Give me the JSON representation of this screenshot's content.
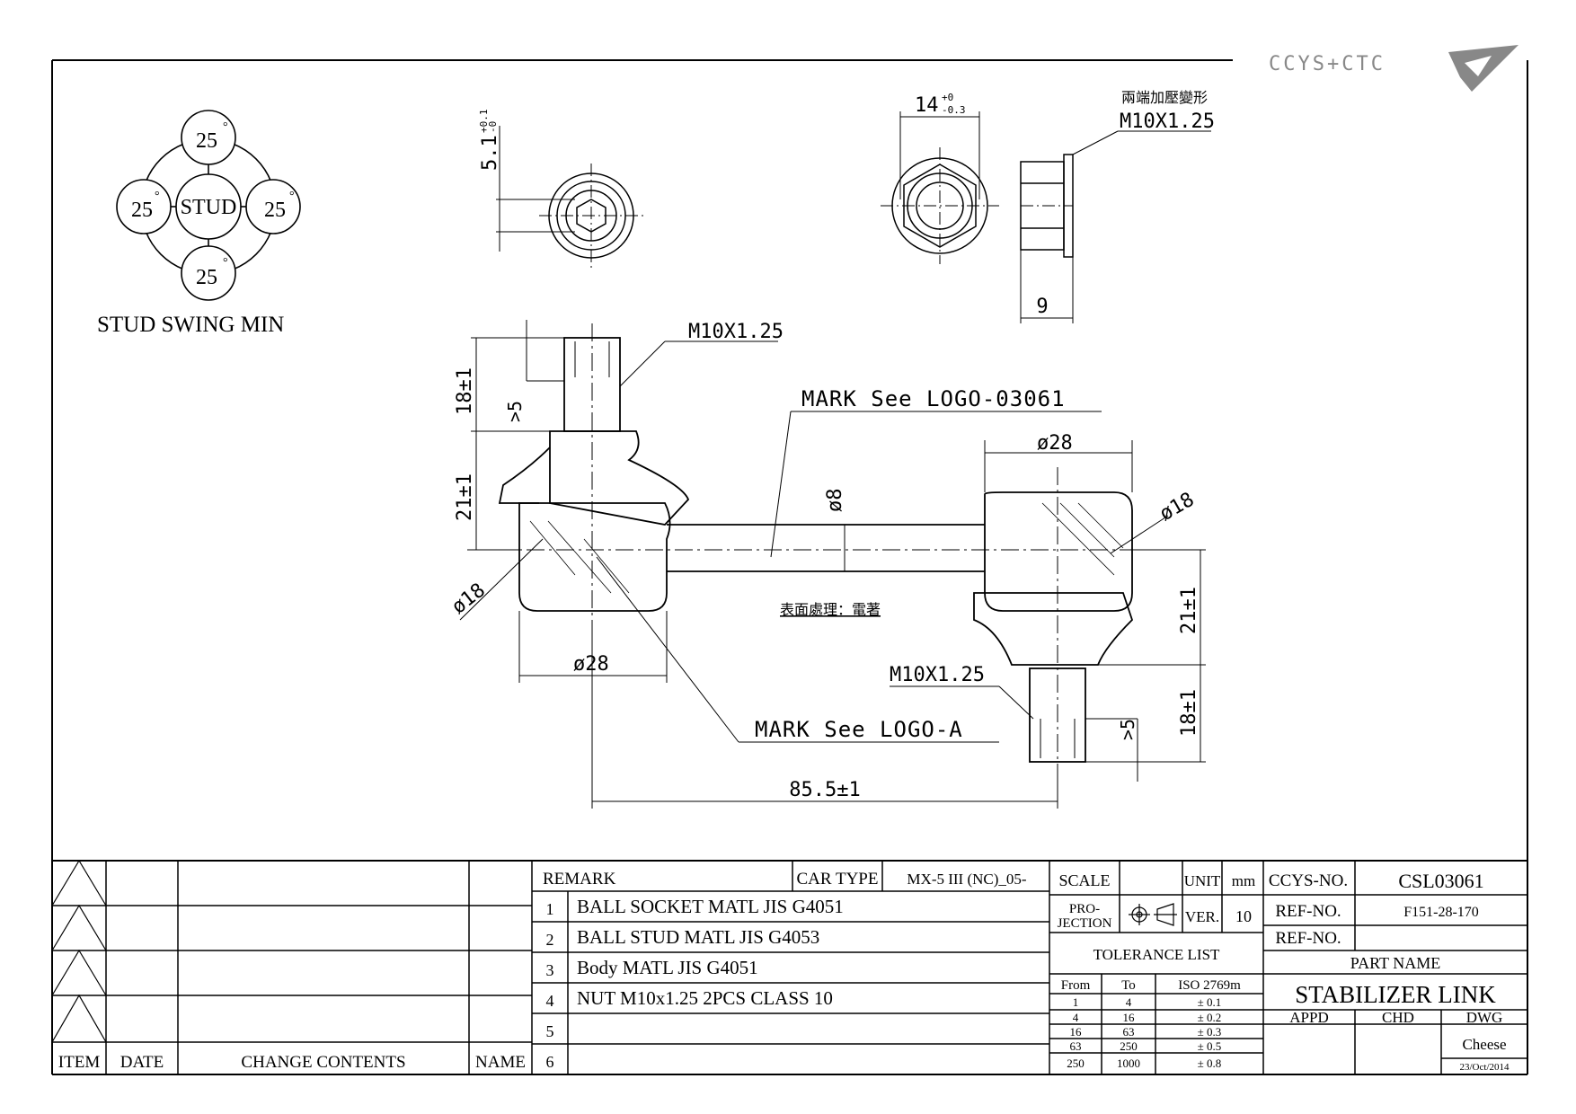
{
  "logo": {
    "text": "CCYS+CTC"
  },
  "stud_swing": {
    "center": "STUD",
    "angle_top": "25",
    "angle_left": "25",
    "angle_right": "25",
    "angle_bottom": "25",
    "degree_mark": "°",
    "caption": "STUD SWING MIN"
  },
  "dims": {
    "hex_depth": "5.1",
    "hex_depth_tol_upper": "+0.1",
    "hex_depth_tol_lower": "-0",
    "nut_width": "14",
    "nut_width_tol_upper": "+0",
    "nut_width_tol_lower": "-0.3",
    "nut_note_cn": "兩端加壓變形",
    "nut_thread": "M10X1.25",
    "nut_thickness": "9",
    "thread_top": "M10X1.25",
    "thread_len_top": "18±1",
    "thread_min_top": ">5",
    "height_top": "21±1",
    "mark_logo_1": "MARK See LOGO-03061",
    "dia_28_right": "ø28",
    "dia_8": "ø8",
    "dia_18_right": "ø18",
    "dia_18_left": "ø18",
    "height_bottom": "21±1",
    "surface_note_cn": "表面處理：電著",
    "dia_28_left": "ø28",
    "thread_bottom": "M10X1.25",
    "mark_logo_2": "MARK See LOGO-A",
    "thread_min_bottom": ">5",
    "thread_len_bottom": "18±1",
    "length": "85.5±1"
  },
  "title_block": {
    "revision": {
      "headers": {
        "item": "ITEM",
        "date": "DATE",
        "change": "CHANGE CONTENTS",
        "name": "NAME"
      }
    },
    "remarks": {
      "header": "REMARK",
      "car_type_label": "CAR TYPE",
      "car_type_value": "MX-5 III (NC)_05-",
      "rows": [
        {
          "no": "1",
          "text": "BALL SOCKET MATL JIS G4051"
        },
        {
          "no": "2",
          "text": "BALL STUD MATL JIS G4053"
        },
        {
          "no": "3",
          "text": "Body MATL JIS G4051"
        },
        {
          "no": "4",
          "text": "NUT M10x1.25 2PCS CLASS 10"
        },
        {
          "no": "5",
          "text": ""
        },
        {
          "no": "6",
          "text": ""
        }
      ]
    },
    "scale_label": "SCALE",
    "unit_label": "UNIT",
    "unit_value": "mm",
    "projection_label_1": "PRO-",
    "projection_label_2": "JECTION",
    "ver_label": "VER.",
    "ver_value": "10",
    "tolerance": {
      "title": "TOLERANCE LIST",
      "headers": {
        "from": "From",
        "to": "To",
        "std": "ISO 2769m"
      },
      "rows": [
        {
          "from": "1",
          "to": "4",
          "tol": "± 0.1"
        },
        {
          "from": "4",
          "to": "16",
          "tol": "± 0.2"
        },
        {
          "from": "16",
          "to": "63",
          "tol": "± 0.3"
        },
        {
          "from": "63",
          "to": "250",
          "tol": "± 0.5"
        },
        {
          "from": "250",
          "to": "1000",
          "tol": "± 0.8"
        }
      ]
    },
    "ccys_no_label": "CCYS-NO.",
    "ccys_no_value": "CSL03061",
    "ref_no_label_1": "REF-NO.",
    "ref_no_value_1": "F151-28-170",
    "ref_no_label_2": "REF-NO.",
    "ref_no_value_2": "",
    "part_name_label": "PART NAME",
    "part_name_value": "STABILIZER LINK",
    "appd_label": "APPD",
    "chd_label": "CHD",
    "dwg_label": "DWG",
    "dwg_name": "Cheese",
    "dwg_date": "23/Oct/2014"
  }
}
